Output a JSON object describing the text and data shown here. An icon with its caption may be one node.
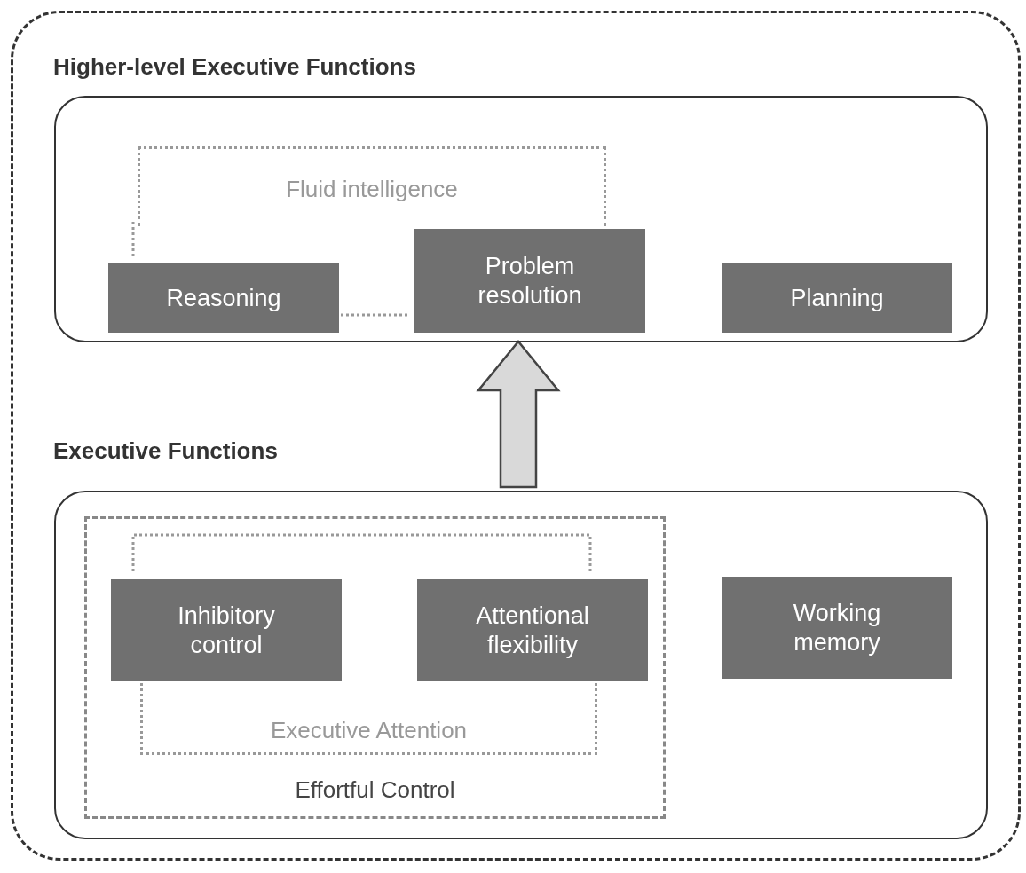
{
  "diagram": {
    "nodes": [
      {
        "text": [],
        "shape": "box"
      },
      {
        "text": [
          "Higher-level Executive Functions"
        ],
        "in": 0
      },
      {
        "text": [
          "Fluid intelligence"
        ],
        "in": 1
      },
      {
        "text": [
          "Reasoning"
        ],
        "in": 1
      },
      {
        "text": [
          "Problem resolution"
        ],
        "in": 1
      },
      {
        "text": [
          "Planning"
        ],
        "in": 1
      },
      {
        "text": [
          "Executive Functions"
        ],
        "in": 0
      },
      {
        "text": [
          "Effortful Control"
        ],
        "in": 6
      },
      {
        "text": [
          "Executive Attention"
        ],
        "in": 7
      },
      {
        "text": [
          "Inhibitory control"
        ],
        "in": 7
      },
      {
        "text": [
          "Attentional flexibility"
        ],
        "in": 7
      },
      {
        "text": [
          "Working memory"
        ],
        "in": 6
      }
    ],
    "edges": [
      {
        "from": 6,
        "to": 1,
        "arrow": "to",
        "style": "thick"
      }
    ]
  }
}
